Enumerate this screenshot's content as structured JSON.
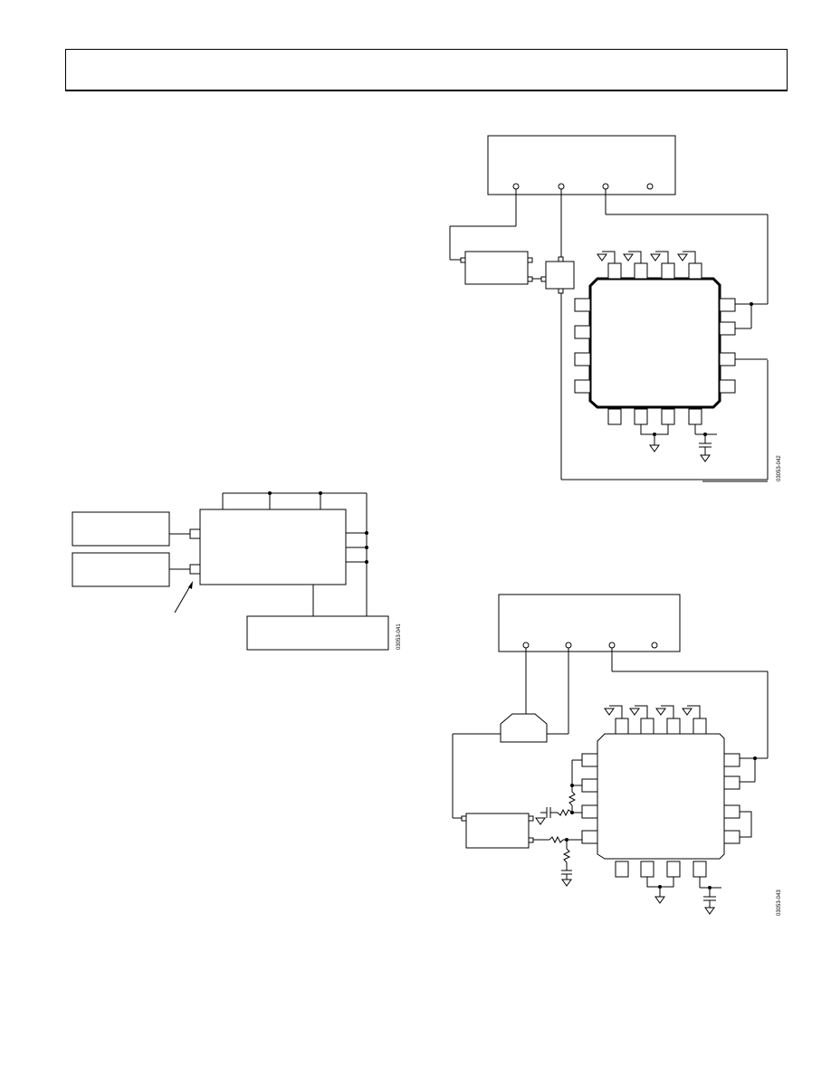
{
  "figures": {
    "fig1_id": "03053-041",
    "fig2_id": "03053-042",
    "fig3_id": "03053-043"
  }
}
